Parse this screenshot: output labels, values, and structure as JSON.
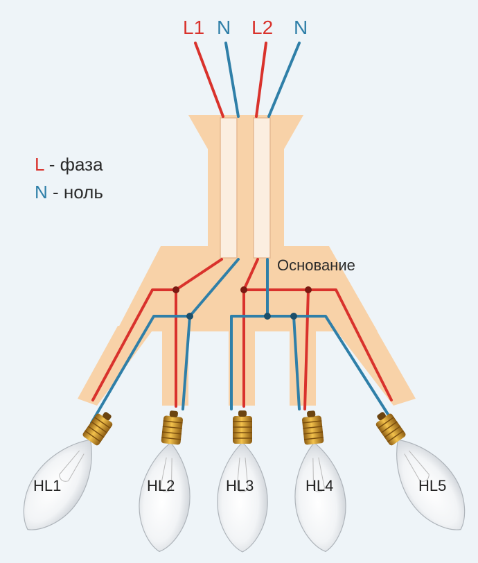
{
  "colors": {
    "phase": "#d9322c",
    "neutral": "#2f7fa8",
    "fixture": "#f8d2a8",
    "terminal": "#fbeee0"
  },
  "wire_labels": {
    "l1": "L1",
    "n1": "N",
    "l2": "L2",
    "n2": "N"
  },
  "legend": {
    "phase_letter": "L",
    "phase_text": "- фаза",
    "neutral_letter": "N",
    "neutral_text": "- ноль"
  },
  "base_label": "Основание",
  "bulbs": [
    "HL1",
    "HL2",
    "HL3",
    "HL4",
    "HL5"
  ]
}
